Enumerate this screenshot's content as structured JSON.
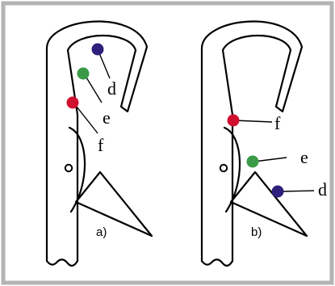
{
  "panels": [
    {
      "caption": "a)",
      "markers": [
        {
          "label": "d",
          "color": "#2e1f7a"
        },
        {
          "label": "e",
          "color": "#3a9a48"
        },
        {
          "label": "f",
          "color": "#d0102f"
        }
      ]
    },
    {
      "caption": "b)",
      "markers": [
        {
          "label": "f",
          "color": "#d0102f"
        },
        {
          "label": "e",
          "color": "#3a9a48"
        },
        {
          "label": "d",
          "color": "#2e1f7a"
        }
      ]
    }
  ],
  "colors": {
    "border": "#b3b3b3",
    "outline": "#000000"
  }
}
